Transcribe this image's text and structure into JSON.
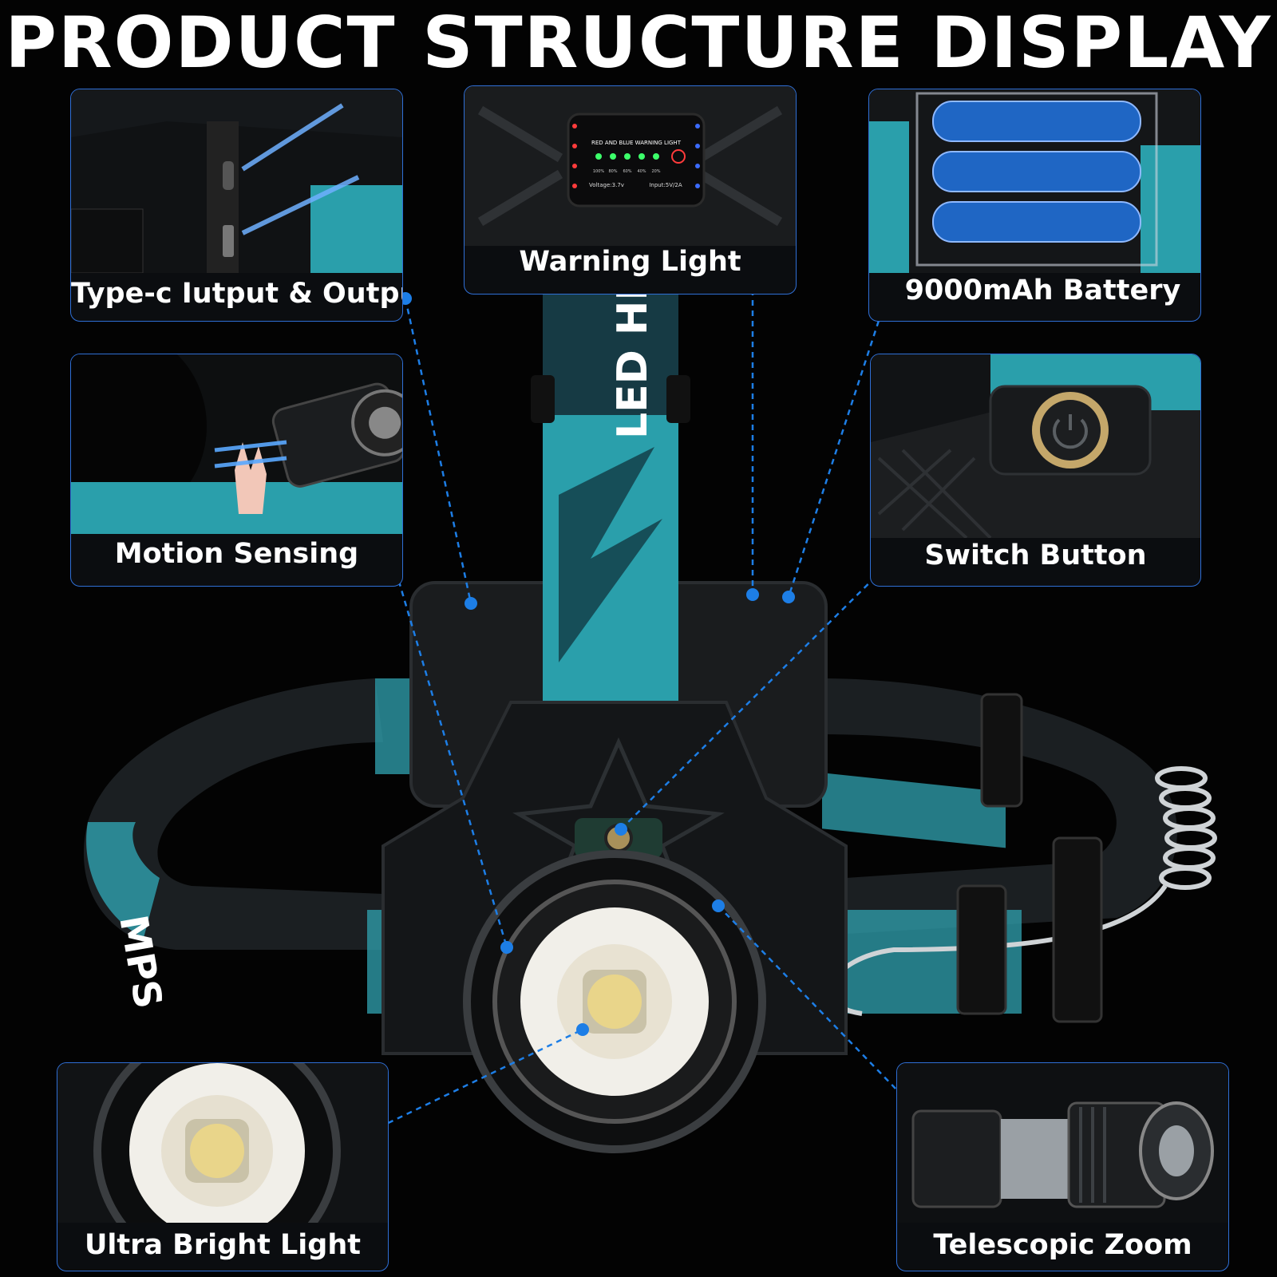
{
  "page": {
    "title": "PRODUCT STRUCTURE DISPLAY"
  },
  "panels": {
    "type_c": {
      "label": "Type-c Iutput & Output"
    },
    "warning": {
      "label": "Warning Light",
      "display_heading": "RED AND BLUE WARNING LIGHT",
      "levels": [
        "100%",
        "80%",
        "60%",
        "40%",
        "20%"
      ],
      "voltage": "Voltage:3.7v",
      "input": "Input:5V/2A"
    },
    "battery": {
      "label": "9000mAh Battery"
    },
    "motion": {
      "label": "Motion Sensing"
    },
    "switch": {
      "label": "Switch Button"
    },
    "ultra": {
      "label": "Ultra Bright Light"
    },
    "zoom": {
      "label": "Telescopic Zoom"
    }
  },
  "product": {
    "strap_text_top": "LED HEAD",
    "strap_text_side": "MPS"
  },
  "colors": {
    "accent": "#2f6fd6",
    "dot": "#1d7ee6",
    "strap": "#35b8c4",
    "led": "#e9d58a"
  }
}
